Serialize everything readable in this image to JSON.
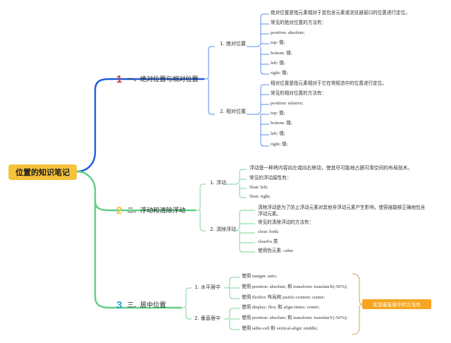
{
  "root": {
    "title": "位置的知识笔记"
  },
  "sections": [
    {
      "number": "1",
      "title": "一、绝对位置与相对位置",
      "color": "#1e5bd6",
      "children": [
        {
          "label": "1. 绝对位置",
          "leaves": [
            "绝对位置是指元素相对于其包含元素或浏览器窗口的位置进行定位。",
            "常见的绝对位置的方法有：",
            "position: absolute;",
            "top: 值;",
            "bottom: 值;",
            "left: 值;",
            "right: 值;"
          ]
        },
        {
          "label": "2. 相对位置",
          "leaves": [
            "相对位置是指元素相对于它在常规流中的位置进行定位。",
            "常见的相对位置的方法有：",
            "position: relative;",
            "top: 值;",
            "bottom: 值;",
            "left: 值;",
            "right: 值;"
          ]
        }
      ]
    },
    {
      "number": "2",
      "title": "二、浮动和清除浮动",
      "color": "#5fcf86",
      "number_color": "#f5c23b",
      "children": [
        {
          "label": "1. 浮动",
          "leaves": [
            "浮动是一种将内容向左或向右移动，使其尽可能地占据可用空间的布局技术。",
            "常见的浮动属性有：",
            "float: left;",
            "float: right;"
          ]
        },
        {
          "label": "2. 清除浮动",
          "leaves": [
            "清除浮动是为了防止浮动元素对其他非浮动元素产生影响，使容器能够正确地包含浮动元素。",
            "常见的清除浮动的方法有：",
            "clear: both;",
            "clearfix 类",
            "使用伪元素 ::after"
          ]
        }
      ]
    },
    {
      "number": "3",
      "title": "三、居中位置",
      "color": "#5fcf86",
      "number_color": "#2f9fd8",
      "children": [
        {
          "label": "1. 水平居中",
          "leaves": [
            "使用 margin: auto;",
            "使用 position: absolute; 和 transform: translateX(-50%);",
            "使用 flexbox 布局和 justify-content: center;"
          ]
        },
        {
          "label": "2. 垂直居中",
          "leaves": [
            "使用 display: flex; 和 align-items: center;",
            "使用 position: absolute; 和 transform: translateY(-50%);",
            "使用 table-cell 和 vertical-align: middle;"
          ]
        }
      ],
      "note": "实现垂直居中的方法有"
    }
  ]
}
